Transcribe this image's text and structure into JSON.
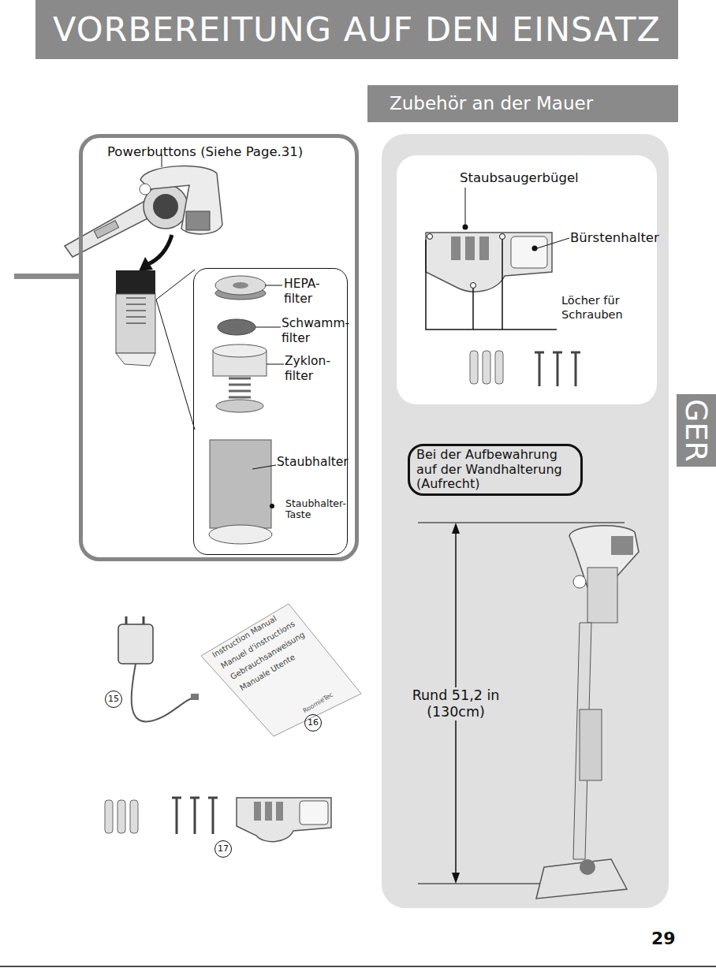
{
  "diagram": {
    "title": "VORBEREITUNG AUF DEN EINSATZ",
    "nodes": [
      {
        "text": [
          "Zubehör an der Mauer"
        ]
      },
      {
        "text": [
          "Powerbuttons (Siehe Page.31)"
        ]
      },
      {
        "text": [
          "HEPA- filter",
          "Schwamm- filter",
          "Zyklon- filter",
          "Staubhalter",
          "Staubhalter- Taste"
        ],
        "in": 1
      },
      {
        "text": [
          "Bei der Aufbewahrung auf der Wandhalterung (Aufrecht)"
        ]
      },
      {
        "text": [
          "GER"
        ]
      }
    ],
    "labels": [
      "Staubsaugerbügel",
      "Bürstenhalter",
      "Löcher für Schrauben",
      "Rund 51,2 in (130cm)",
      "15",
      "16",
      "17",
      "29",
      "Instruction Manual",
      "Manuel d'instructions",
      "Gebrauchsanweisung",
      "Manuale Utente",
      "RoomieTec"
    ]
  }
}
